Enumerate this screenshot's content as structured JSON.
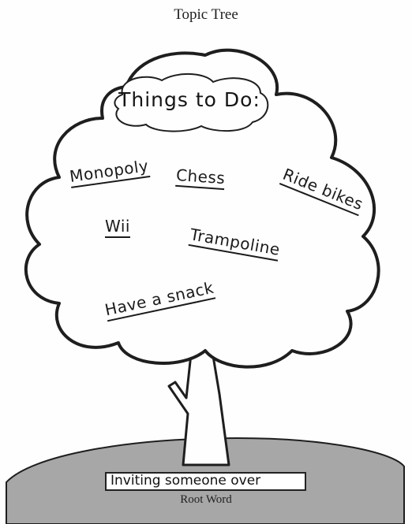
{
  "title": "Topic Tree",
  "heading": "Things to Do:",
  "items": [
    {
      "text": "Monopoly"
    },
    {
      "text": "Chess"
    },
    {
      "text": "Ride bikes"
    },
    {
      "text": "Wii"
    },
    {
      "text": "Trampoline"
    },
    {
      "text": "Have a snack"
    }
  ],
  "root": {
    "value": "Inviting someone over",
    "label": "Root Word"
  },
  "colors": {
    "ground": "#a7a7a7",
    "outline": "#1e1e1e",
    "paper": "#fefefe"
  }
}
